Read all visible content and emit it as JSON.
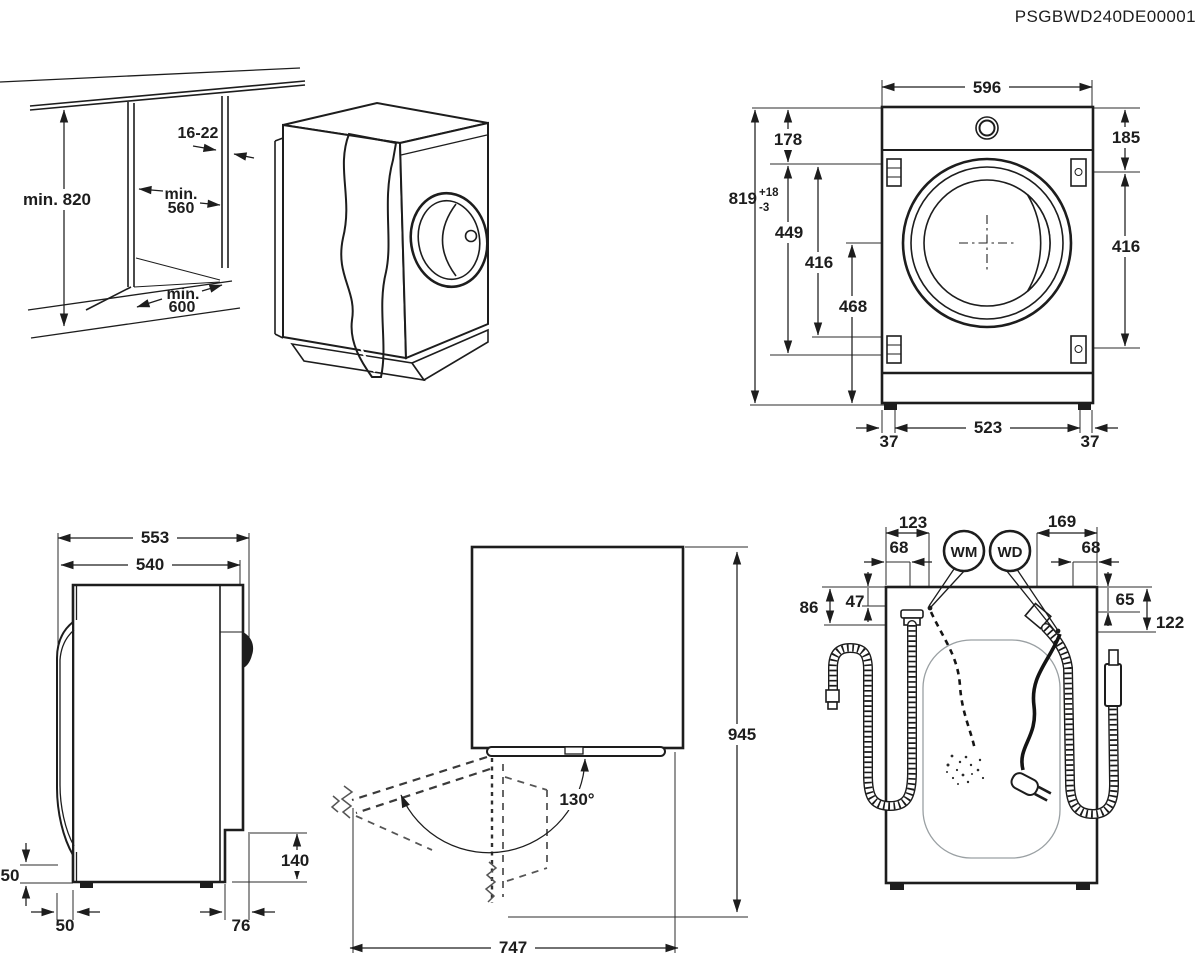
{
  "title_block": {
    "part_number": "PSGBWD240DE00001"
  },
  "niche_view": {
    "min_height": "min. 820",
    "panel_thickness_range": "16-22",
    "min_word_width": "min.",
    "min_width": "560",
    "min_word_depth": "min.",
    "min_depth": "600"
  },
  "front_view": {
    "width": "596",
    "top_to_hinge_left": "178",
    "top_to_hole_right": "185",
    "height": "819",
    "height_tol_plus": "+18",
    "height_tol_minus": "-3",
    "hinge_span": "449",
    "hole_span_left": "416",
    "center_to_bottom": "468",
    "hole_span_right": "416",
    "foot_inset_left": "37",
    "foot_distance": "523",
    "foot_inset_right": "37"
  },
  "side_view": {
    "depth_total": "553",
    "depth_body": "540",
    "door_bottom_height": "50",
    "door_protrusion": "50",
    "rear_recess_depth": "76",
    "rear_recess_height": "140"
  },
  "top_view": {
    "door_opening_angle": "130°",
    "depth_door_open": "945",
    "width_door_open": "747"
  },
  "rear_view": {
    "drain_hose_offset": "123",
    "drain_hose_offset_b": "68",
    "inlet_hose_offset": "169",
    "power_cord_offset": "68",
    "drain_top_offset": "86",
    "inlet_point_top_offset": "47",
    "inlet_hose_top_offset": "65",
    "power_cord_top_offset": "122",
    "balloon_wm": "WM",
    "balloon_wd": "WD"
  }
}
